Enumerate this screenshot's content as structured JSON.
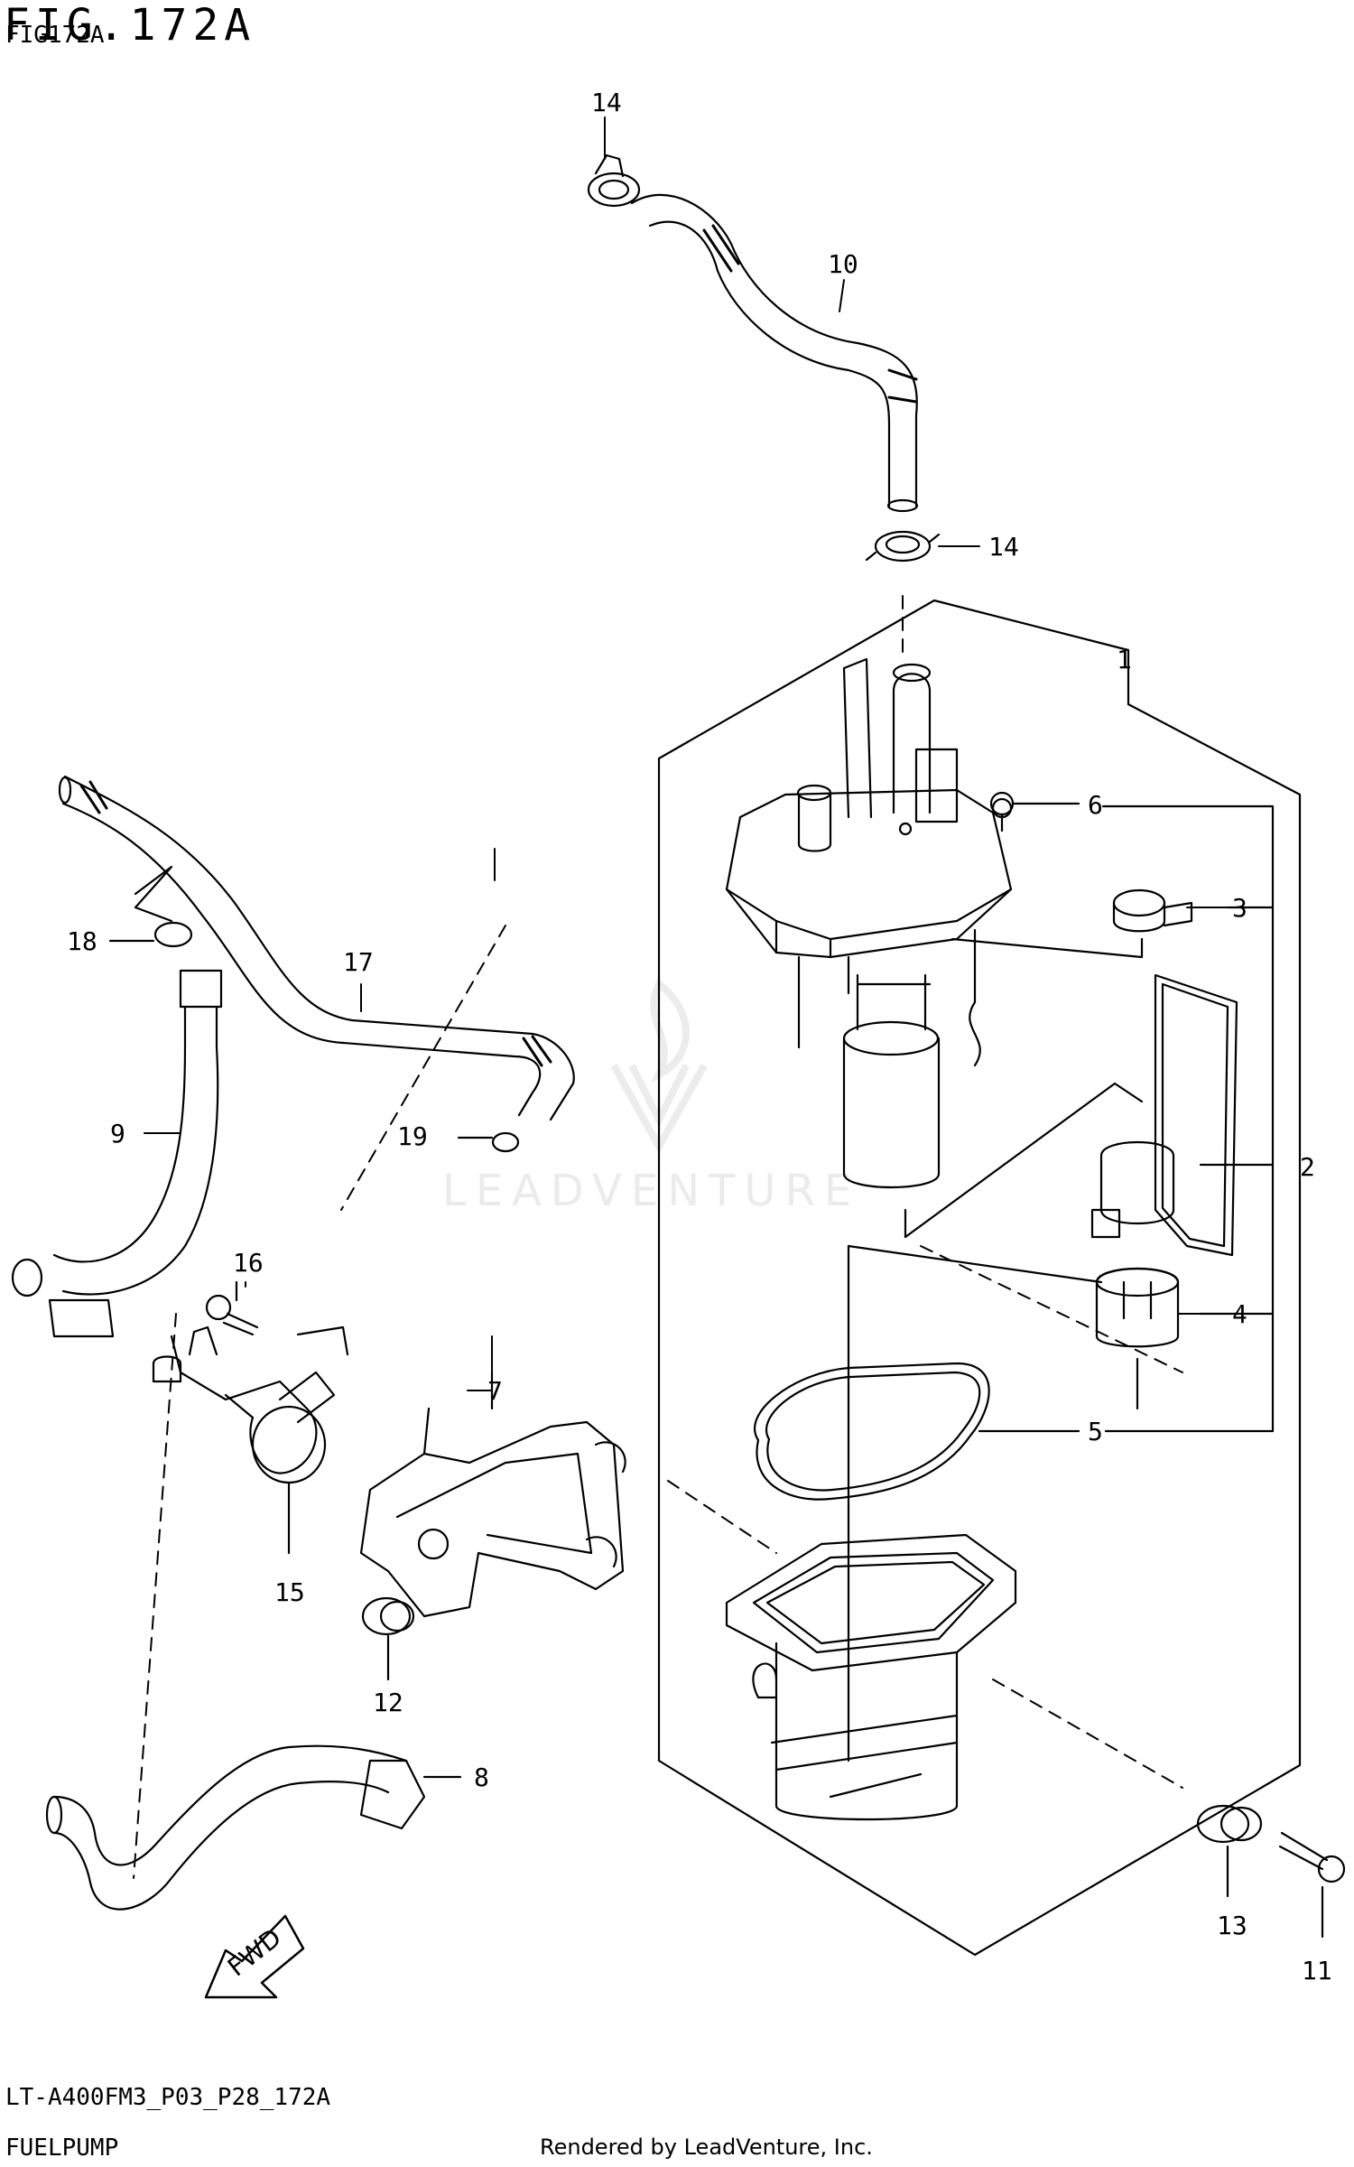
{
  "figure": {
    "title": "FIG.172A",
    "subtitle": "FIG172A"
  },
  "callouts": [
    {
      "id": "1",
      "label": "1"
    },
    {
      "id": "2",
      "label": "2"
    },
    {
      "id": "3",
      "label": "3"
    },
    {
      "id": "4",
      "label": "4"
    },
    {
      "id": "5",
      "label": "5"
    },
    {
      "id": "6",
      "label": "6"
    },
    {
      "id": "7",
      "label": "7"
    },
    {
      "id": "8",
      "label": "8"
    },
    {
      "id": "9",
      "label": "9"
    },
    {
      "id": "10",
      "label": "10"
    },
    {
      "id": "11",
      "label": "11"
    },
    {
      "id": "12",
      "label": "12"
    },
    {
      "id": "13",
      "label": "13"
    },
    {
      "id": "14a",
      "label": "14"
    },
    {
      "id": "14b",
      "label": "14"
    },
    {
      "id": "15",
      "label": "15"
    },
    {
      "id": "16",
      "label": "16"
    },
    {
      "id": "17",
      "label": "17"
    },
    {
      "id": "18",
      "label": "18"
    },
    {
      "id": "19",
      "label": "19"
    }
  ],
  "fwd_arrow": "FWD",
  "watermark": "LEADVENTURE",
  "footer": {
    "code": "LT-A400FM3_P03_P28_172A",
    "name": "FUELPUMP",
    "rendered_by": "Rendered by LeadVenture, Inc."
  },
  "colors": {
    "ink": "#000000",
    "background": "#ffffff",
    "watermark": "#ebebeb"
  }
}
